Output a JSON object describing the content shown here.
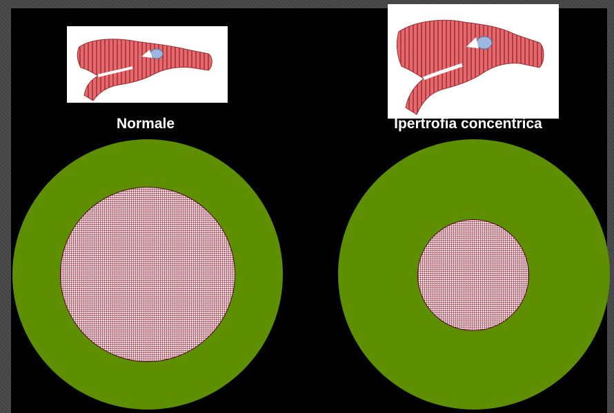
{
  "panels": [
    {
      "caption": "Normale"
    },
    {
      "caption": "Ipertrofia concentrica"
    }
  ],
  "colors": {
    "background": "#000000",
    "wall": "#5e8f00",
    "lumen_fill": "#f7e8ea",
    "lumen_grid": "#961428",
    "cell_fill": "#e06468",
    "nucleus": "#9fb6e0"
  },
  "icons": [
    "cardiomyocyte-normal-image",
    "cardiomyocyte-hypertrophic-image"
  ]
}
